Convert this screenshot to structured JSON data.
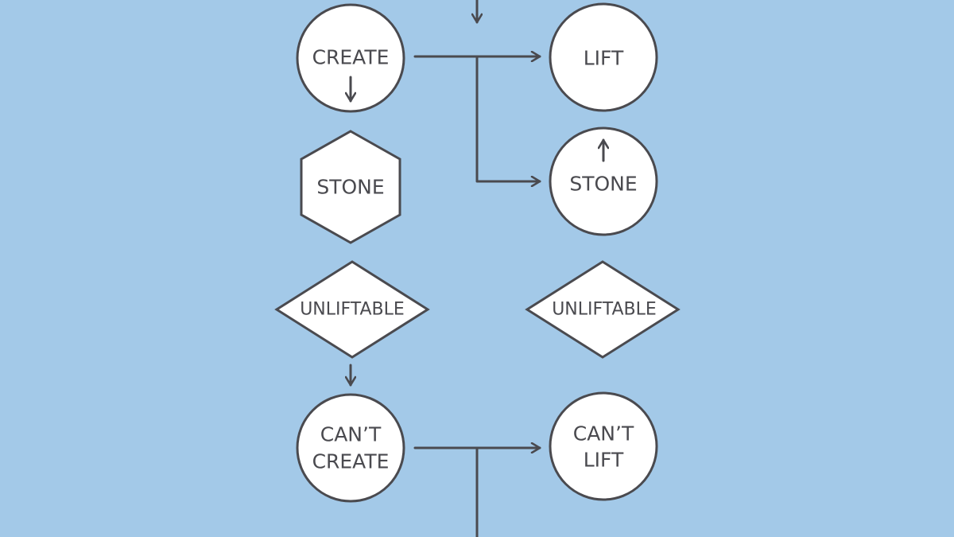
{
  "diagram": {
    "background": "#a3c9e8",
    "stroke_color": "#4a4a4f",
    "node_fill": "#ffffff",
    "nodes": {
      "create": {
        "label": "CREATE",
        "shape": "circle"
      },
      "lift": {
        "label": "LIFT",
        "shape": "circle"
      },
      "stone_left": {
        "label": "STONE",
        "shape": "hexagon"
      },
      "stone_right": {
        "label": "STONE",
        "shape": "circle"
      },
      "unliftable_left": {
        "label": "UNLIFTABLE",
        "shape": "diamond"
      },
      "unliftable_right": {
        "label": "UNLIFTABLE",
        "shape": "diamond"
      },
      "cant_create": {
        "line1": "CAN’T",
        "line2": "CREATE",
        "shape": "circle"
      },
      "cant_lift": {
        "line1": "CAN’T",
        "line2": "LIFT",
        "shape": "circle"
      }
    },
    "icons": {
      "arrow": "arrow-icon",
      "down_arrow": "arrow-down-icon",
      "up_arrow": "arrow-up-icon"
    }
  }
}
